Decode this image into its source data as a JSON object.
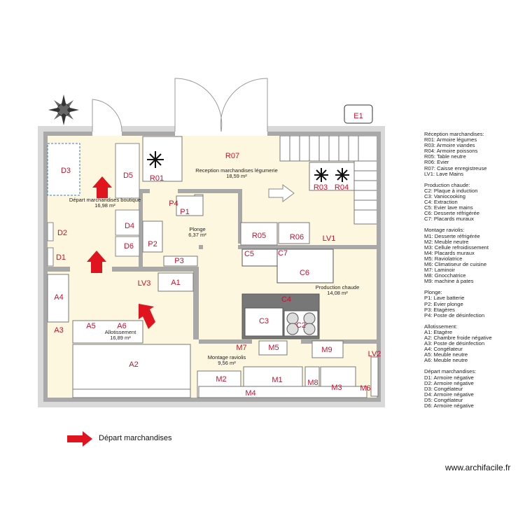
{
  "rooms": [
    {
      "id": "depart-boutique",
      "name": "Départ marchandises boutique",
      "area": "16,98 m²"
    },
    {
      "id": "reception",
      "name": "Reception marchandises légumerie",
      "area": "18,59 m²"
    },
    {
      "id": "plonge",
      "name": "Plonge",
      "area": "6,37 m²"
    },
    {
      "id": "production",
      "name": "Production chaude",
      "area": "14,08 m²"
    },
    {
      "id": "allotissement",
      "name": "Allotissement",
      "area": "16,89 m²"
    },
    {
      "id": "montage",
      "name": "Montage raviolis",
      "area": "9,56 m²"
    }
  ],
  "equipment_labels": [
    "E1",
    "R07",
    "R01",
    "R03",
    "R04",
    "R05",
    "R06",
    "LV1",
    "P1",
    "P2",
    "P3",
    "P4",
    "C2",
    "C3",
    "C4",
    "C5",
    "C6",
    "C7",
    "M1",
    "M2",
    "M3",
    "M4",
    "M5",
    "M6",
    "M7",
    "M8",
    "M9",
    "LV2",
    "LV3",
    "A1",
    "A2",
    "A3",
    "A4",
    "A5",
    "A6",
    "D1",
    "D2",
    "D3",
    "D4",
    "D5",
    "D6"
  ],
  "legend": [
    {
      "title": "Réception marchandises:",
      "items": [
        "R01: Armoire légumes",
        "R03: Armoire viandes",
        "R04: Armoire poissons",
        "R05: Table neutre",
        "R06: Evier",
        "R07: Caisse enregistreuse",
        "LV1: Lave Mains"
      ]
    },
    {
      "title": "Production chaude:",
      "items": [
        "C2: Plaque à induction",
        "C3: Vaniocooking",
        "C4: Extraction",
        "C5: Evier lave mains",
        "C6: Desserte réfrigérée",
        "C7: Placards muraux"
      ]
    },
    {
      "title": "Montage raviolis:",
      "items": [
        "M1: Desserte réfrigérée",
        "M2: Meuble neutre",
        "M3: Cellule refroidissement",
        "M4: Placards muraux",
        "M5: Raviolatrice",
        "M6: Climatiseur de cuisine",
        "M7: Laminoir",
        "M8: Gnocchatrice",
        "M9: machine à pates"
      ]
    },
    {
      "title": "Plonge:",
      "items": [
        "P1: Lave batterie",
        "P2: Evier plonge",
        "P3: Etagères",
        "P4: Poste de désinfection"
      ]
    },
    {
      "title": "Allotissement:",
      "items": [
        "A1: Etagère",
        "A2: Chambre froide négative",
        "A3: Poste de désinfection",
        "A4: Congélateur",
        "A5: Meuble neutre",
        "A6: Meuble neutre"
      ]
    },
    {
      "title": "Départ marchandises:",
      "items": [
        "D1: Armoire négative",
        "D2: Armoire négative",
        "D3: Congélateur",
        "D4: Armoire négative",
        "D5: Congélateur",
        "D6: Armoire négative"
      ]
    }
  ],
  "arrow_legend_label": "Départ marchandises",
  "watermark": "www.archifacile.fr",
  "colors": {
    "room_fill": "#fdf7df",
    "wall": "#a8a8a8",
    "label_red": "#c8102e",
    "arrow_red": "#e0141e",
    "text": "#222222"
  }
}
